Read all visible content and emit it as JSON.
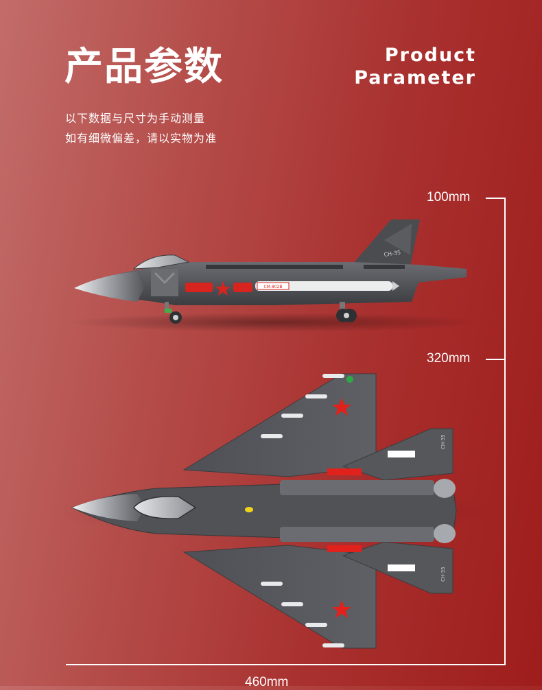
{
  "header": {
    "title_cn": "产品参数",
    "title_en_line1": "Product",
    "title_en_line2": "Parameter"
  },
  "note": {
    "line1": "以下数据与尺寸为手动测量",
    "line2": "如有细微偏差，请以实物为准"
  },
  "dimensions": {
    "height": "100mm",
    "width": "320mm",
    "length": "460mm"
  },
  "model": {
    "missile_label": "CM-802B",
    "tail_code": "CH-35"
  },
  "colors": {
    "accent_red": "#e0211c",
    "hull_gray": "#55575b",
    "star_yellow": "#f2d31c",
    "canopy_silver": "#c9ccd0"
  }
}
